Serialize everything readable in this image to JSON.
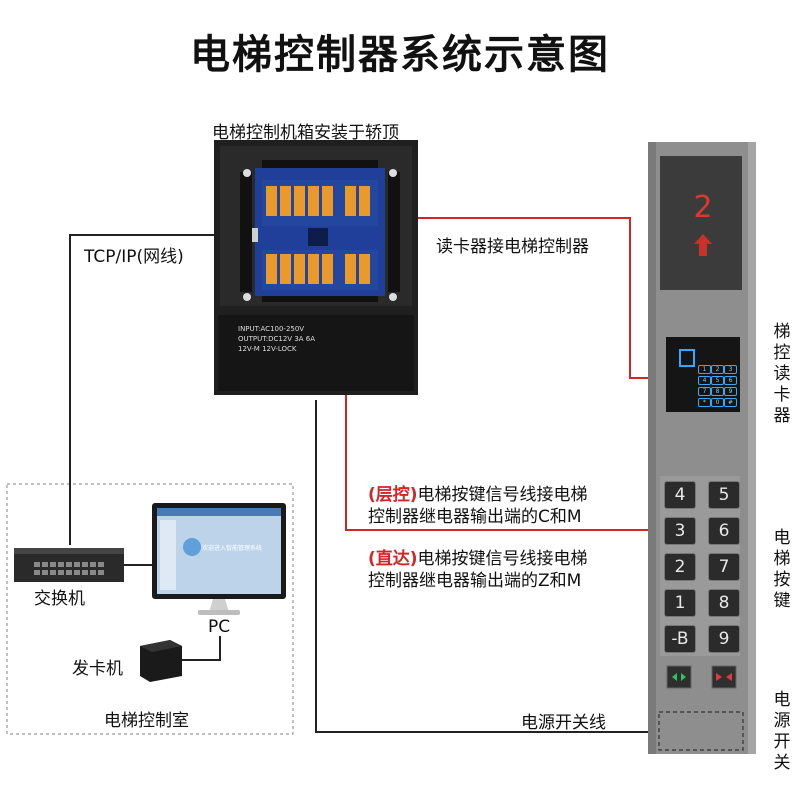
{
  "title": "电梯控制器系统示意图",
  "labels": {
    "controller_box": "电梯控制机箱安装于轿顶",
    "tcpip": "TCP/IP(网线)",
    "reader_conn": "读卡器接电梯控制器",
    "switch": "交换机",
    "pc": "PC",
    "card_issuer": "发卡机",
    "control_room": "电梯控制室",
    "floor_ctrl_tag": "(层控)",
    "floor_ctrl_line1": "电梯按键信号线接电梯",
    "floor_ctrl_line2": "控制器继电器输出端的C和M",
    "direct_tag": "(直达)",
    "direct_line1": "电梯按键信号线接电梯",
    "direct_line2": "控制器继电器输出端的Z和M",
    "power_line": "电源开关线",
    "side_reader": [
      "梯",
      "控",
      "读",
      "卡",
      "器"
    ],
    "side_buttons": [
      "电",
      "梯",
      "按",
      "键"
    ],
    "side_power": [
      "电",
      "源",
      "开",
      "关"
    ]
  },
  "panel": {
    "floor_display": "2",
    "keys": [
      "4",
      "5",
      "3",
      "6",
      "2",
      "7",
      "1",
      "8",
      "-B",
      "9"
    ],
    "keypad_keys": [
      "1",
      "2",
      "3",
      "4",
      "5",
      "6",
      "7",
      "8",
      "9",
      "*",
      "0",
      "#"
    ]
  },
  "controller_print": {
    "input": "INPUT:AC100-250V",
    "output": "OUTPUT:DC12V 3A 6A",
    "model": "12V-M  12V-LOCK"
  },
  "pc_screen": {
    "text": "欢迎进入智能管理系统"
  },
  "colors": {
    "red": "#d32525",
    "line": "#222222",
    "panel": "#8e8e8e",
    "panel_dark": "#5f5f5f"
  }
}
